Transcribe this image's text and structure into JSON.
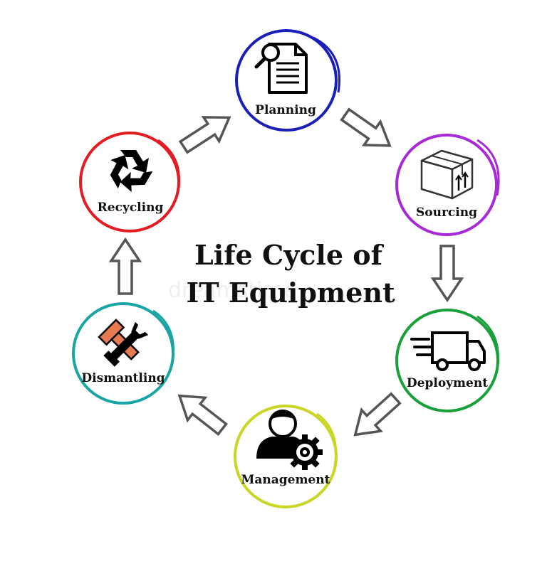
{
  "title": {
    "line1": "Life Cycle of",
    "line2": "IT Equipment"
  },
  "watermark": "dreamstime",
  "stages": [
    {
      "key": "planning",
      "label": "Planning",
      "color": "#1a1fb8",
      "icon": "document-search-icon"
    },
    {
      "key": "sourcing",
      "label": "Sourcing",
      "color": "#a62ad6",
      "icon": "package-box-icon"
    },
    {
      "key": "deployment",
      "label": "Deployment",
      "color": "#1aa03a",
      "icon": "delivery-truck-icon"
    },
    {
      "key": "management",
      "label": "Management",
      "color": "#c9d626",
      "icon": "manager-gear-icon"
    },
    {
      "key": "dismantling",
      "label": "Dismantling",
      "color": "#1aa5a5",
      "icon": "wrench-hammer-icon"
    },
    {
      "key": "recycling",
      "label": "Recycling",
      "color": "#e31b23",
      "icon": "recycle-icon"
    }
  ],
  "colors": {
    "arrow_fill": "#ffffff",
    "arrow_stroke": "#555555",
    "accent_orange": "#e87a52"
  }
}
